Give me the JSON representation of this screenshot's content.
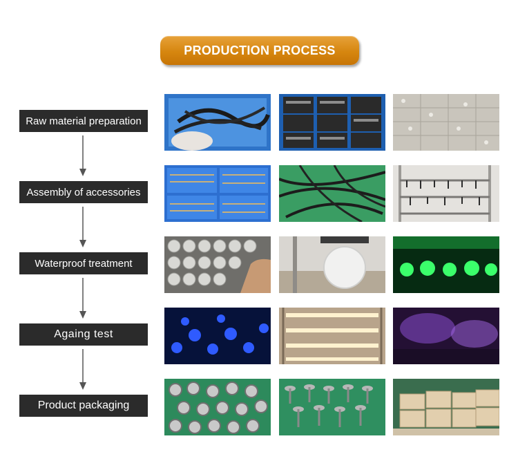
{
  "header": {
    "title": "PRODUCTION PROCESS"
  },
  "steps": [
    {
      "label": "Raw material preparation"
    },
    {
      "label": "Assembly of accessories"
    },
    {
      "label": "Waterproof treatment"
    },
    {
      "label": "Againg test"
    },
    {
      "label": "Product packaging"
    }
  ],
  "photos": [
    [
      "blue-bin-cables-photo",
      "blue-crates-boards-photo",
      "led-board-panel-photo"
    ],
    [
      "blue-trays-parts-photo",
      "wiring-bundle-photo",
      "rack-assembly-photo"
    ],
    [
      "lamp-array-photo",
      "potting-machine-photo",
      "green-glow-test-photo"
    ],
    [
      "blue-glow-test-photo",
      "warm-light-rack-photo",
      "purple-glow-test-photo"
    ],
    [
      "finished-lights-photo",
      "standing-lights-photo",
      "carton-boxes-photo"
    ]
  ],
  "colors": {
    "title_bg": "#d6860f",
    "step_bg": "#2b2b2b",
    "arrow": "#555555"
  }
}
